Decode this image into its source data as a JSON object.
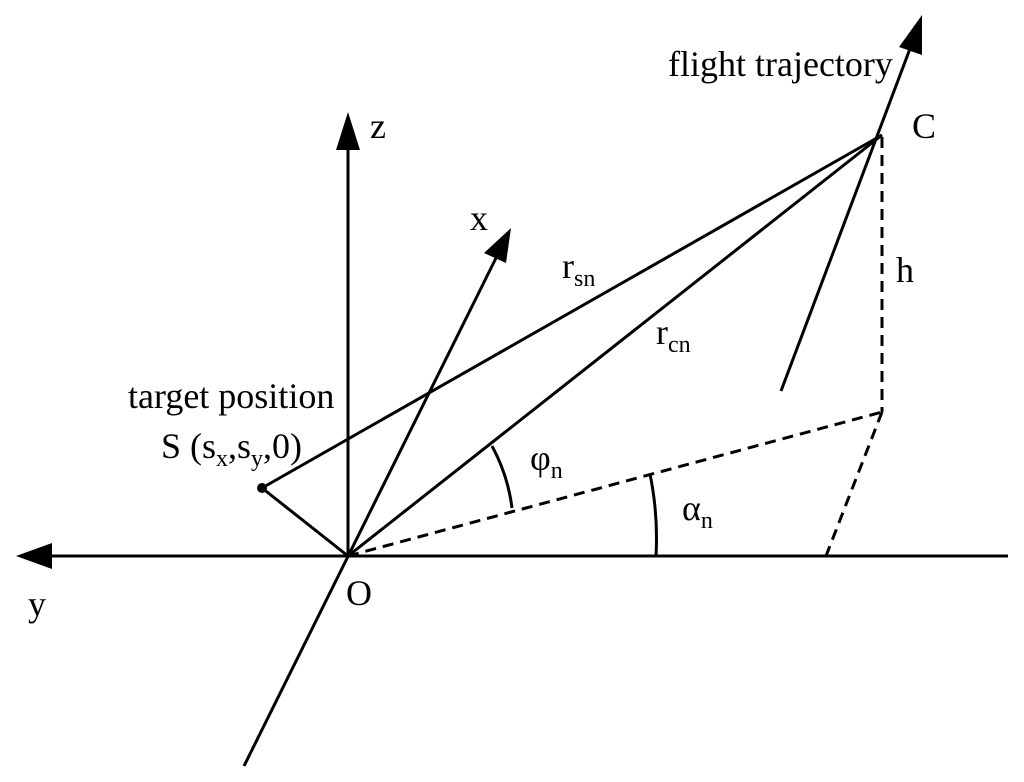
{
  "labels": {
    "z": "z",
    "x": "x",
    "y": "y",
    "origin": "O",
    "point_c": "C",
    "height": "h",
    "flight_trajectory": "flight trajectory",
    "target_position": "target position",
    "target_s": {
      "prefix": "S (s",
      "sub_x": "x",
      "comma1": ",s",
      "sub_y": "y",
      "suffix": ",0)"
    },
    "r_sn": {
      "base": "r",
      "sub": "sn"
    },
    "r_cn": {
      "base": "r",
      "sub": "cn"
    },
    "phi_n": {
      "base": "φ",
      "sub": "n"
    },
    "alpha_n": {
      "base": "α",
      "sub": "n"
    }
  },
  "colors": {
    "ink": "#000000",
    "background": "#ffffff"
  }
}
